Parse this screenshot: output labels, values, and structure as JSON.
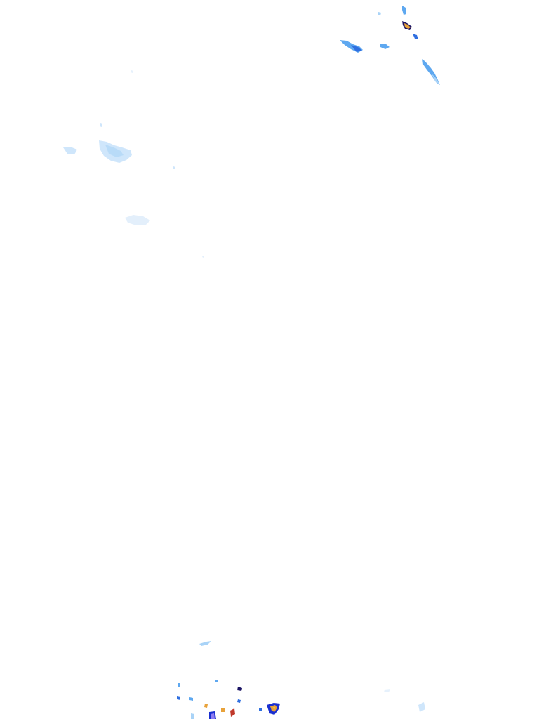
{
  "overlay": {
    "type": "weather-radar-precipitation",
    "background": "#ffffff",
    "intensity_palette": {
      "very_light": "#cfe6fb",
      "light": "#a9d3f7",
      "moderate": "#5ea8f0",
      "moderate_heavy": "#2f6fe0",
      "heavy": "#1a2fd0",
      "very_heavy": "#e8a23a",
      "intense": "#f2c94c",
      "extreme": "#c0392b",
      "outline": "#1b1464"
    },
    "echo_regions": [
      {
        "name": "echo-cluster-northeast",
        "intensity": "moderate"
      },
      {
        "name": "echo-cell-northeast-core",
        "intensity": "very_heavy"
      },
      {
        "name": "echo-cluster-northwest",
        "intensity": "very_light"
      },
      {
        "name": "echo-cluster-west-central",
        "intensity": "very_light"
      },
      {
        "name": "echo-cluster-south",
        "intensity": "heavy"
      },
      {
        "name": "echo-cell-south-core",
        "intensity": "very_heavy"
      }
    ]
  }
}
